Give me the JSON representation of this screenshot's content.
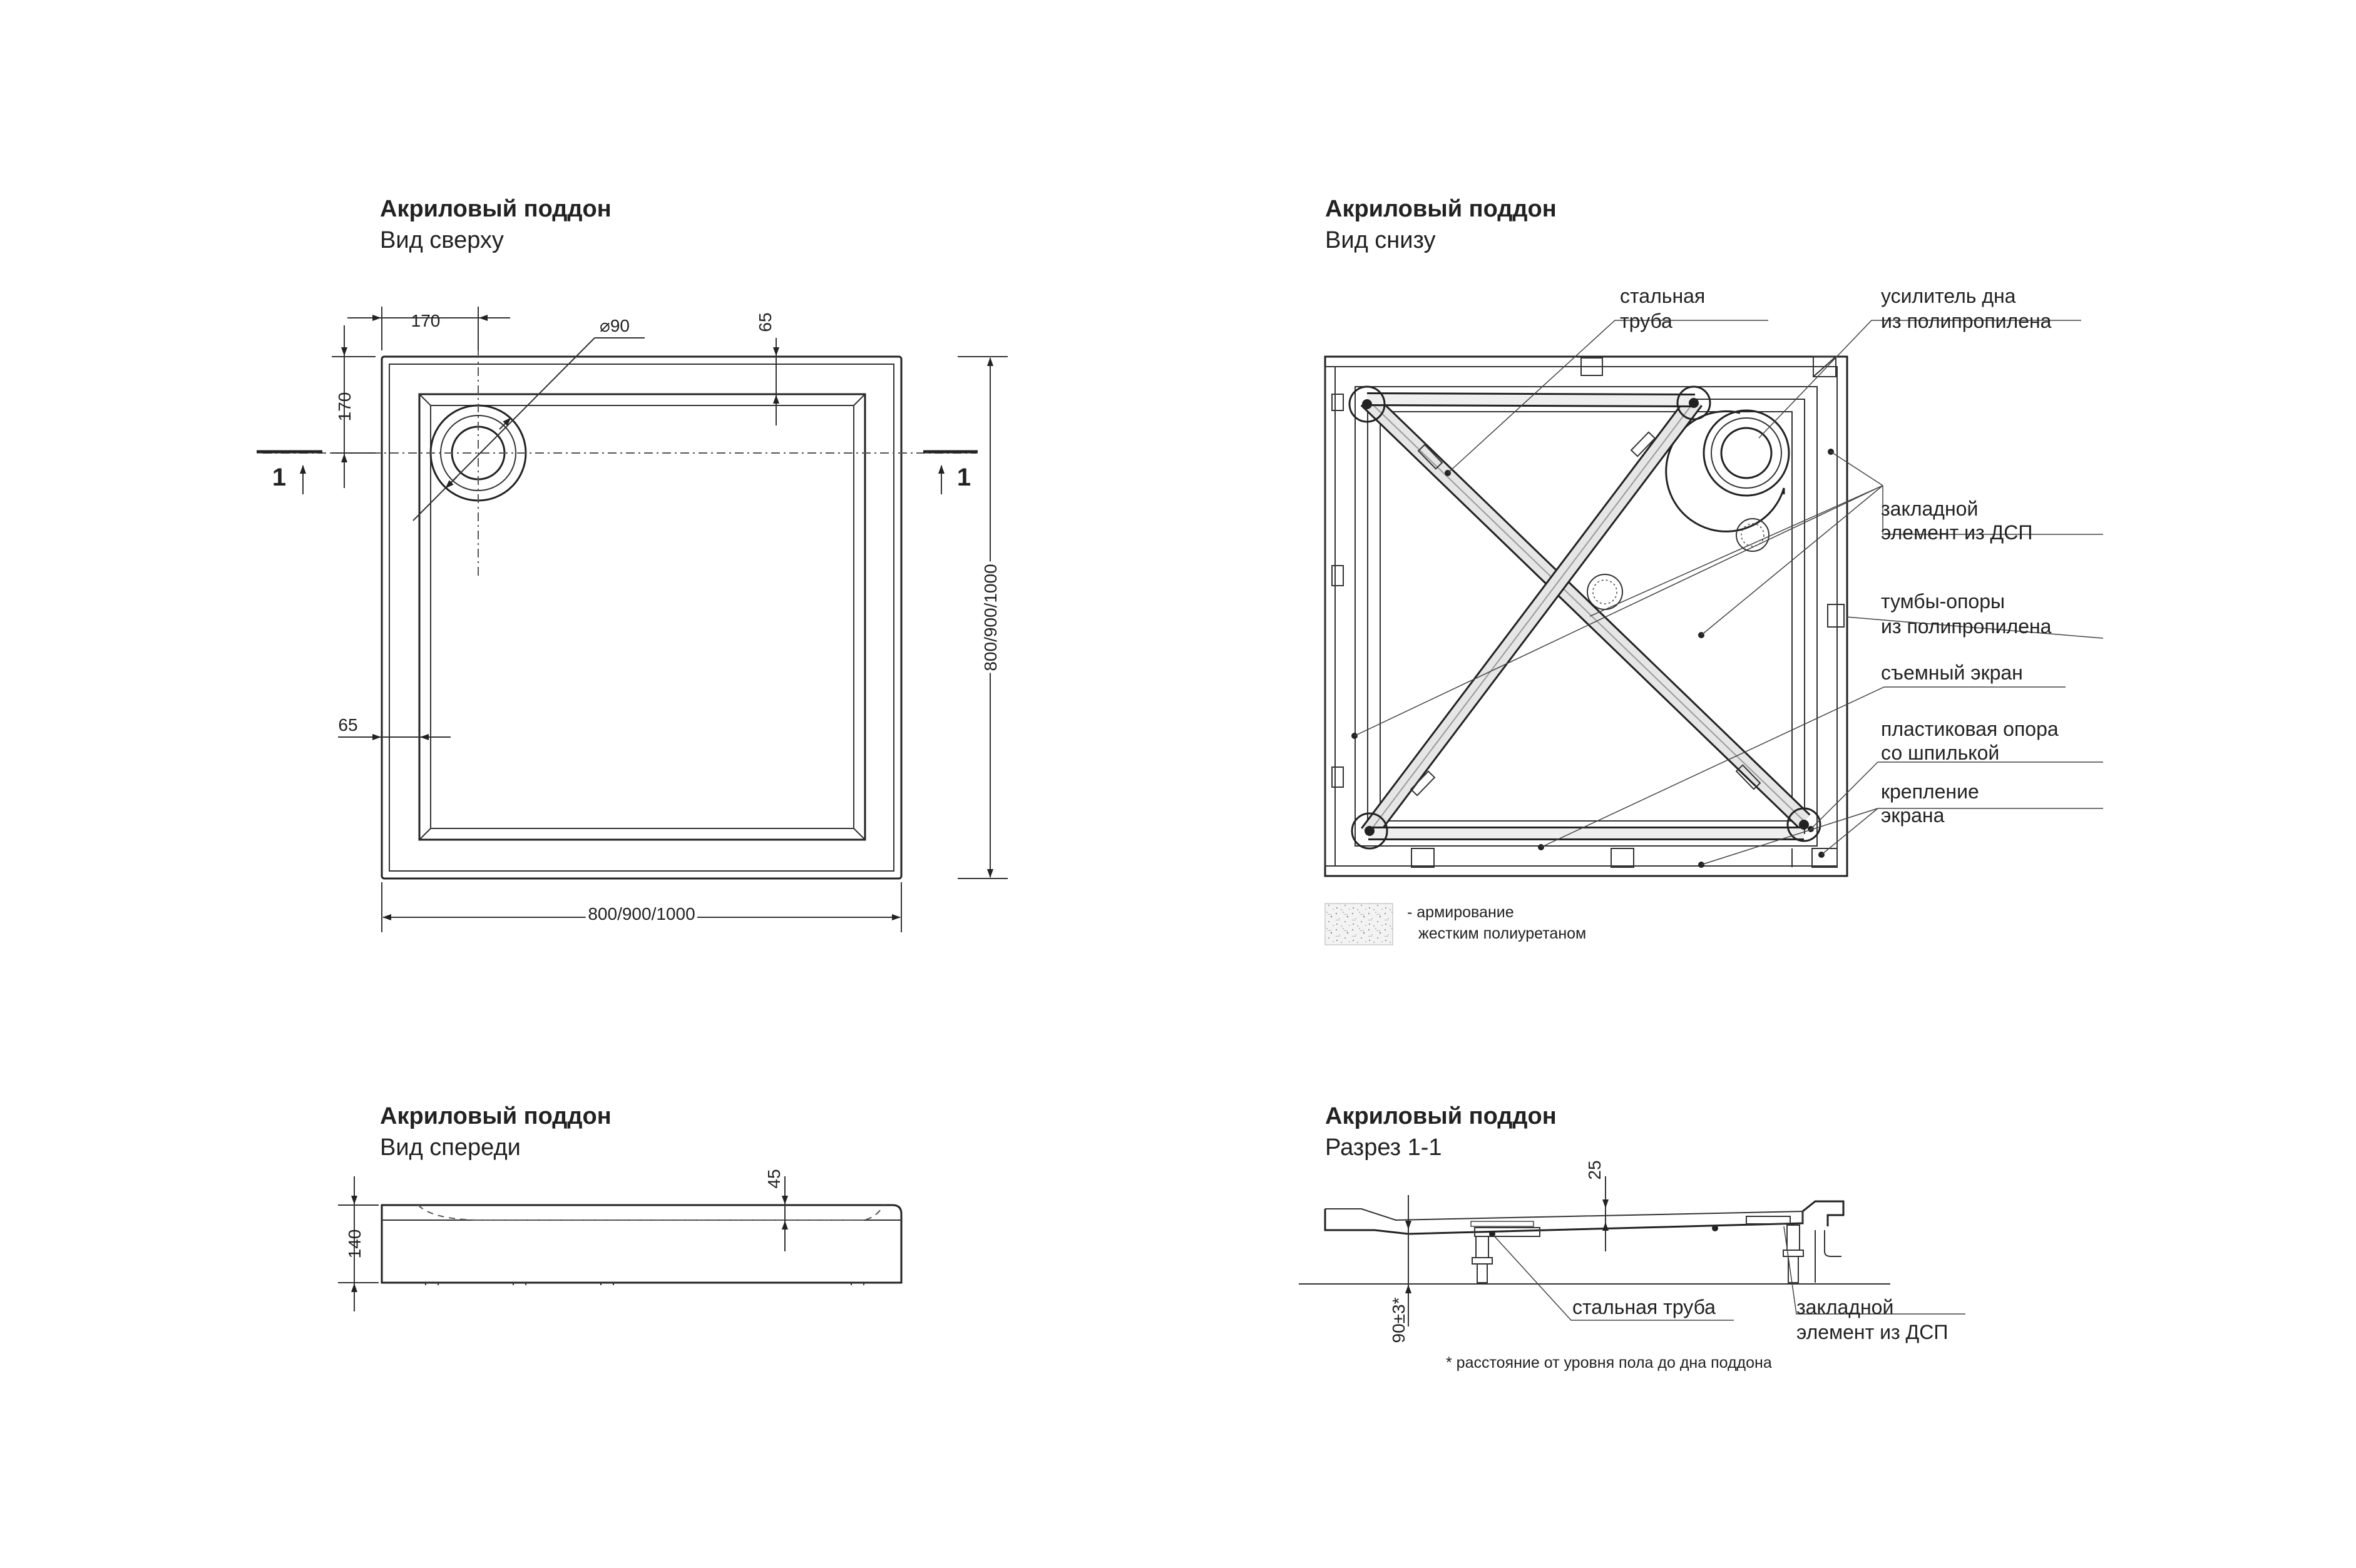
{
  "top_view": {
    "title": "Акриловый поддон",
    "subtitle": "Вид сверху",
    "dims": {
      "d170_top": "170",
      "d170_left": "170",
      "d_diam": "⌀90",
      "d65_top": "65",
      "d65_left": "65",
      "d_width": "800/900/1000",
      "d_height": "800/900/1000"
    },
    "section_mark": "1"
  },
  "bottom_view": {
    "title": "Акриловый поддон",
    "subtitle": "Вид снизу",
    "labels": {
      "steel_pipe_1": "стальная",
      "steel_pipe_2": "труба",
      "reinf_1": "усилитель дна",
      "reinf_2": "из полипропилена",
      "insert_1": "закладной",
      "insert_2": "элемент из ДСП",
      "pedestal_1": "тумбы-опоры",
      "pedestal_2": "из полипропилена",
      "screen": "съемный экран",
      "support_1": "пластиковая опора",
      "support_2": "со шпилькой",
      "mount_1": "крепление",
      "mount_2": "экрана"
    },
    "legend_1": "- армирование",
    "legend_2": "жестким полиуретаном"
  },
  "front_view": {
    "title": "Акриловый поддон",
    "subtitle": "Вид спереди",
    "d45": "45",
    "d140": "140"
  },
  "section_view": {
    "title": "Акриловый поддон",
    "subtitle": "Разрез 1-1",
    "d25": "25",
    "d90": "90±3*",
    "steel_pipe": "стальная труба",
    "insert_1": "закладной",
    "insert_2": "элемент из ДСП",
    "footnote": "* расстояние от уровня пола до дна поддона"
  }
}
